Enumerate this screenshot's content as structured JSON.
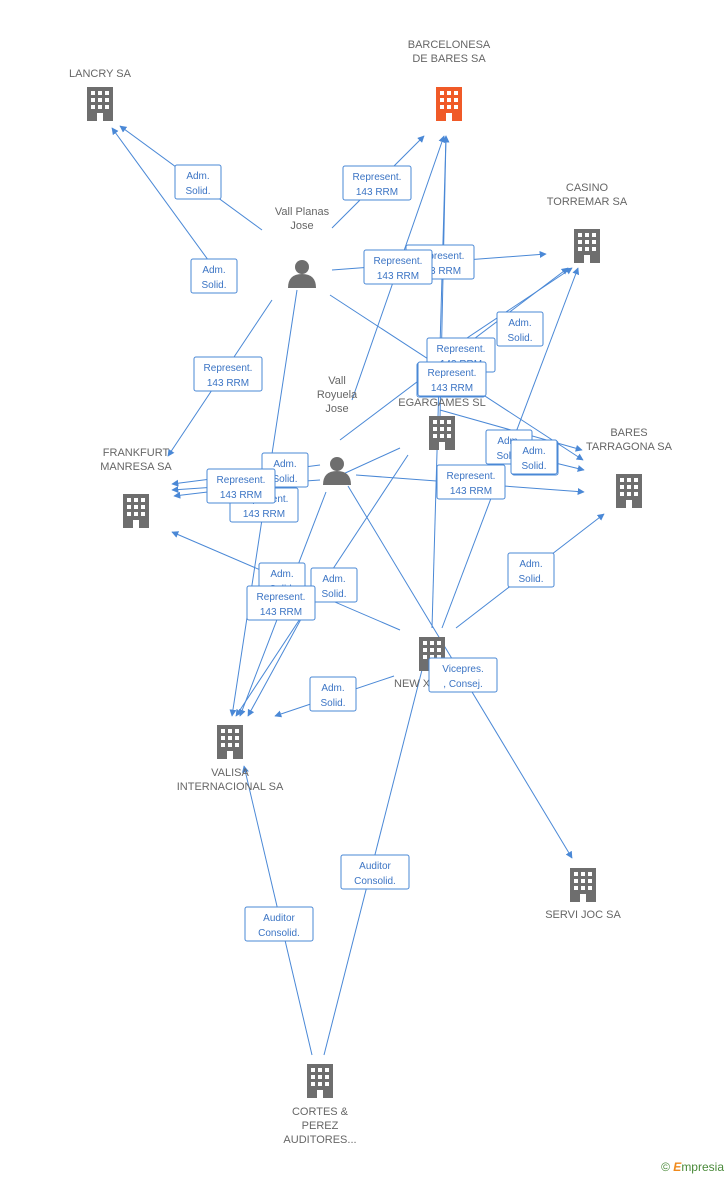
{
  "colors": {
    "edge": "#4a88d6",
    "edge_text": "#3b74c4",
    "company": "#6e6e6e",
    "highlight": "#f05a28",
    "person": "#6e6e6e"
  },
  "nodes": [
    {
      "id": "lancry",
      "type": "company",
      "lines": [
        "LANCRY SA"
      ]
    },
    {
      "id": "barcelonesa",
      "type": "company",
      "highlight": true,
      "lines": [
        "BARCELONESA",
        "DE BARES SA"
      ]
    },
    {
      "id": "casino",
      "type": "company",
      "lines": [
        "CASINO",
        "TORREMAR SA"
      ]
    },
    {
      "id": "vallplanas",
      "type": "person",
      "lines": [
        "Vall Planas",
        "Jose"
      ]
    },
    {
      "id": "vallroyuela",
      "type": "person",
      "lines": [
        "Vall",
        "Royuela",
        "Jose"
      ]
    },
    {
      "id": "egargames",
      "type": "company",
      "lines": [
        "EGARGAMES SL"
      ]
    },
    {
      "id": "frankfurt",
      "type": "company",
      "lines": [
        "FRANKFURT",
        "MANRESA SA"
      ]
    },
    {
      "id": "bares",
      "type": "company",
      "lines": [
        "BARES",
        "TARRAGONA SA"
      ]
    },
    {
      "id": "newx",
      "type": "company",
      "lines": [
        "NEW X"
      ]
    },
    {
      "id": "valisa",
      "type": "company",
      "lines": [
        "VALISA",
        "INTERNACIONAL SA"
      ]
    },
    {
      "id": "servijoc",
      "type": "company",
      "lines": [
        "SERVI JOC SA"
      ]
    },
    {
      "id": "cortes",
      "type": "company",
      "lines": [
        "CORTES &",
        "PEREZ",
        "AUDITORES..."
      ]
    }
  ],
  "edges": [
    {
      "id": "e1",
      "label": [
        "Adm.",
        "Solid."
      ]
    },
    {
      "id": "e2",
      "label": [
        "Adm.",
        "Solid."
      ]
    },
    {
      "id": "e3",
      "label": [
        "Represent.",
        "143 RRM"
      ]
    },
    {
      "id": "e4",
      "label": [
        "Represent.",
        "143 RRM"
      ]
    },
    {
      "id": "e5",
      "label": [
        "Represent.",
        "143 RRM"
      ]
    },
    {
      "id": "e6",
      "label": [
        "Represent.",
        "143 RRM"
      ]
    },
    {
      "id": "e7",
      "label": [
        "Represent.",
        "143 RRM"
      ]
    },
    {
      "id": "e8",
      "label": [
        "Adm.",
        "Solid."
      ]
    },
    {
      "id": "e9",
      "label": [
        "Represent.",
        "143 RRM"
      ]
    },
    {
      "id": "e10",
      "label": [
        "Represent.",
        "143 RRM"
      ]
    },
    {
      "id": "e11",
      "label": [
        "Adm.",
        "Solid."
      ]
    },
    {
      "id": "e12",
      "label": [
        "Represent.",
        "143 RRM"
      ]
    },
    {
      "id": "e13",
      "label": [
        "Represent.",
        "143 RRM"
      ]
    },
    {
      "id": "e14",
      "label": [
        "Adm.",
        "Solid."
      ]
    },
    {
      "id": "e15",
      "label": [
        "Adm.",
        "Solid."
      ]
    },
    {
      "id": "e16",
      "label": [
        "Represent.",
        "143 RRM"
      ]
    },
    {
      "id": "e17",
      "label": [
        "Adm.",
        "Solid."
      ]
    },
    {
      "id": "e18",
      "label": [
        "Adm.",
        "Solid."
      ]
    },
    {
      "id": "e19",
      "label": [
        "Adm.",
        "Solid."
      ]
    },
    {
      "id": "e20",
      "label": [
        "Adm.",
        "Solid."
      ]
    },
    {
      "id": "e21",
      "label": [
        "Vicepres.",
        ", Consej."
      ]
    },
    {
      "id": "e22",
      "label": [
        "Auditor",
        "Consolid."
      ]
    },
    {
      "id": "e23",
      "label": [
        "Auditor",
        "Consolid."
      ]
    }
  ],
  "brand": {
    "copyright": "©",
    "first_letter": "E",
    "rest": "mpresia"
  }
}
